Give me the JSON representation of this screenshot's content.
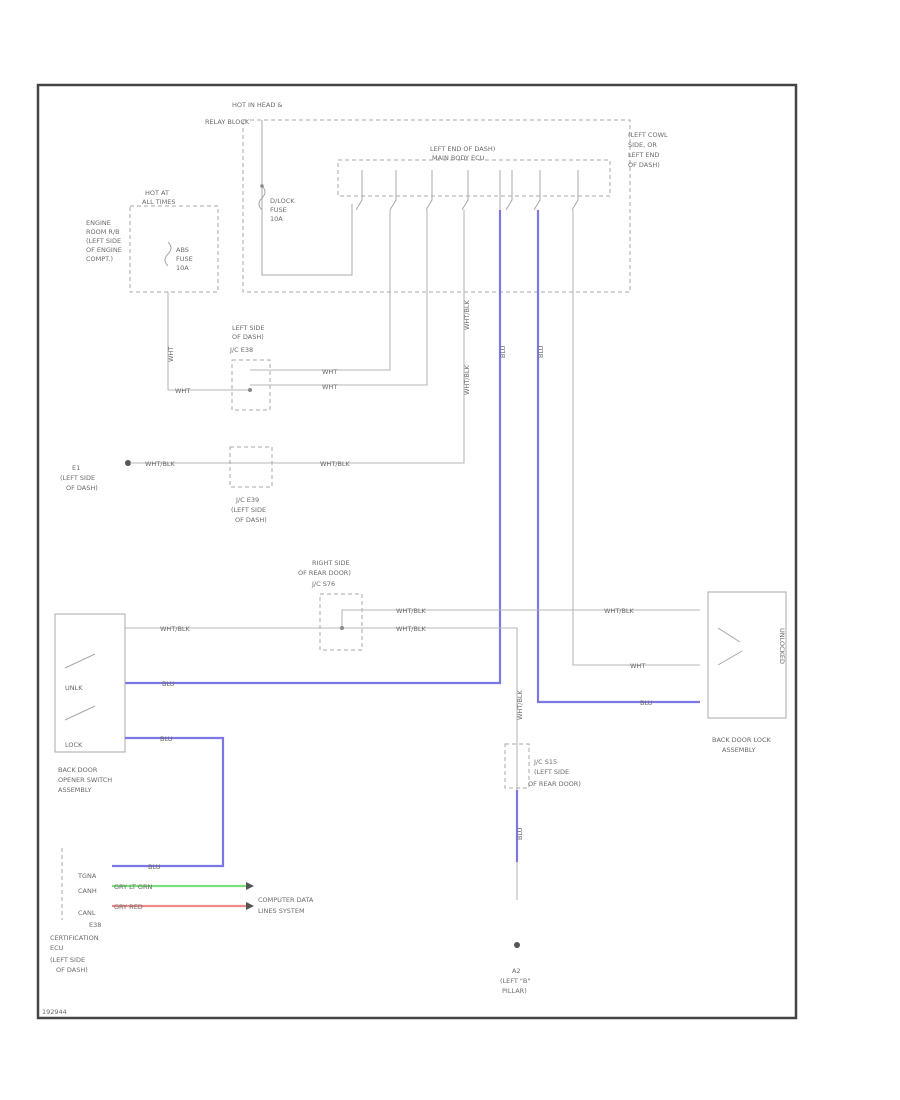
{
  "diagram": {
    "components": {
      "relay_block": [
        "HOT IN HEAD &",
        "RELAY BLOCK"
      ],
      "hot_at_top": [
        "HOT AT",
        "ALL TIMES"
      ],
      "engine_room": [
        "ENGINE",
        "ROOM R/B",
        "(LEFT SIDE",
        "OF ENGINE",
        "COMPT.)"
      ],
      "door_fuse": [
        "D/LOCK",
        "FUSE",
        "10A"
      ],
      "abs_fuse": [
        "ABS",
        "FUSE",
        "10A"
      ],
      "left_end_dash": [
        "LEFT END OF DASH)",
        "MAIN BODY ECU"
      ],
      "left_cowl": [
        "(LEFT COWL",
        "SIDE, OR",
        "LEFT END",
        "OF DASH)"
      ],
      "left_side_dash_1": [
        "LEFT SIDE",
        "OF DASH)",
        "J/C E38"
      ],
      "ground_e1": [
        "E1",
        "(LEFT SIDE",
        "OF DASH)"
      ],
      "jc_e39": [
        "J/C E39",
        "(LEFT SIDE",
        "OF DASH)"
      ],
      "right_rear_door": [
        "RIGHT SIDE",
        "OF REAR DOOR)",
        "J/C S76"
      ],
      "opener_switch": [
        "BACK DOOR",
        "OPENER SWITCH",
        "ASSEMBLY"
      ],
      "unlock_label": "UNLK",
      "lock_label": "LOCK",
      "lock_assembly": [
        "BACK DOOR LOCK",
        "ASSEMBLY"
      ],
      "unlocked_vertical": "UNLOCKED",
      "jc_s15": [
        "J/C S15",
        "(LEFT SIDE",
        "OF REAR DOOR)"
      ],
      "ground_a2": [
        "A2",
        "(LEFT \"B\"",
        "PILLAR)"
      ],
      "cert_ecu": [
        "E38",
        "CERTIFICATION",
        "ECU",
        "(LEFT SIDE",
        "OF DASH)"
      ],
      "cert_pins": [
        "TGNA",
        "CANH",
        "CANL"
      ],
      "data_lines": [
        "COMPUTER DATA",
        "LINES SYSTEM"
      ],
      "code": "192944"
    },
    "wire_labels": {
      "wht_1": "WHT",
      "wht_2": "WHT",
      "wht_left": "WHT",
      "wht_blk_1": "WHT/BLK",
      "wht_blk_2": "WHT/BLK",
      "wht_blk_3": "WHT/BLK",
      "wht_blk_4": "WHT/BLK",
      "wht_blk_5": "WHT/BLK",
      "wht_blk_6": "WHT/BLK",
      "blu_1": "BLU",
      "blu_2": "BLU",
      "blu_3": "BLU",
      "blu_4": "BLU",
      "wht_lock": "WHT",
      "grn_wire": "GRY LT GRN",
      "red_wire": "GRY RED",
      "wht_blk_vert": "WHT/BLK",
      "blu_vert": "BLU"
    },
    "colors": {
      "blue_wire": "#7b78e4",
      "green_wire": "#7be07b",
      "red_wire": "#f08a8a"
    }
  }
}
